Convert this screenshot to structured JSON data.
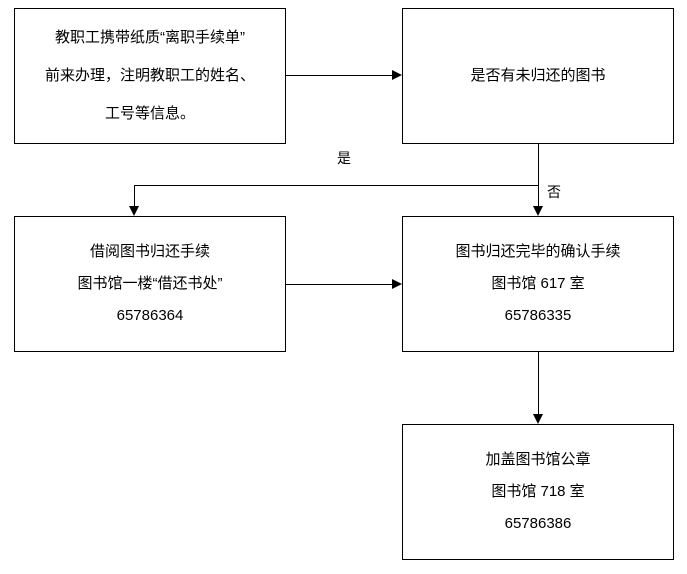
{
  "diagram": {
    "type": "flowchart",
    "nodes": [
      {
        "id": "start",
        "lines": [
          "教职工携带纸质“离职手续单”",
          "前来办理，注明教职工的姓名、",
          "工号等信息。"
        ]
      },
      {
        "id": "check",
        "lines": [
          "是否有未归还的图书"
        ]
      },
      {
        "id": "return",
        "lines": [
          "借阅图书归还手续",
          "图书馆一楼“借还书处”",
          "65786364"
        ]
      },
      {
        "id": "confirm",
        "lines": [
          "图书归还完毕的确认手续",
          "图书馆 617 室",
          "65786335"
        ]
      },
      {
        "id": "stamp",
        "lines": [
          "加盖图书馆公章",
          "图书馆 718 室",
          "65786386"
        ]
      }
    ],
    "edge_labels": {
      "yes": "是",
      "no": "否"
    }
  }
}
